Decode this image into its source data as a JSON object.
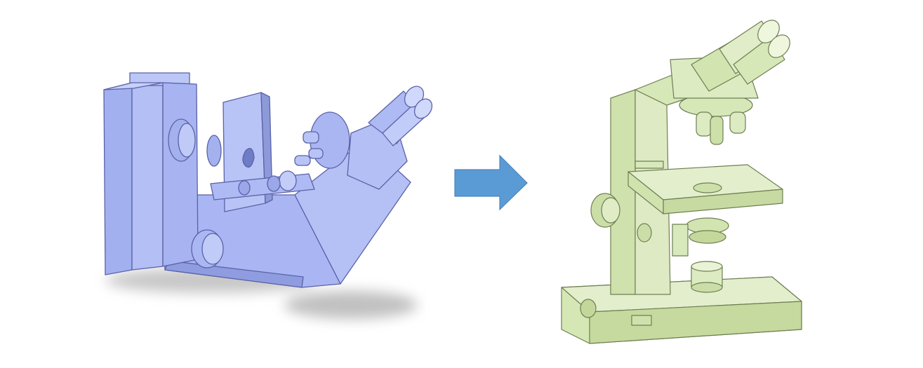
{
  "figure": {
    "left_model": {
      "name": "inverted-microscope-model",
      "color": "#a6b4f2"
    },
    "transform_arrow": {
      "name": "right-arrow",
      "color": "#5b9bd5"
    },
    "right_model": {
      "name": "upright-microscope-model",
      "color": "#d7e9b8"
    }
  }
}
